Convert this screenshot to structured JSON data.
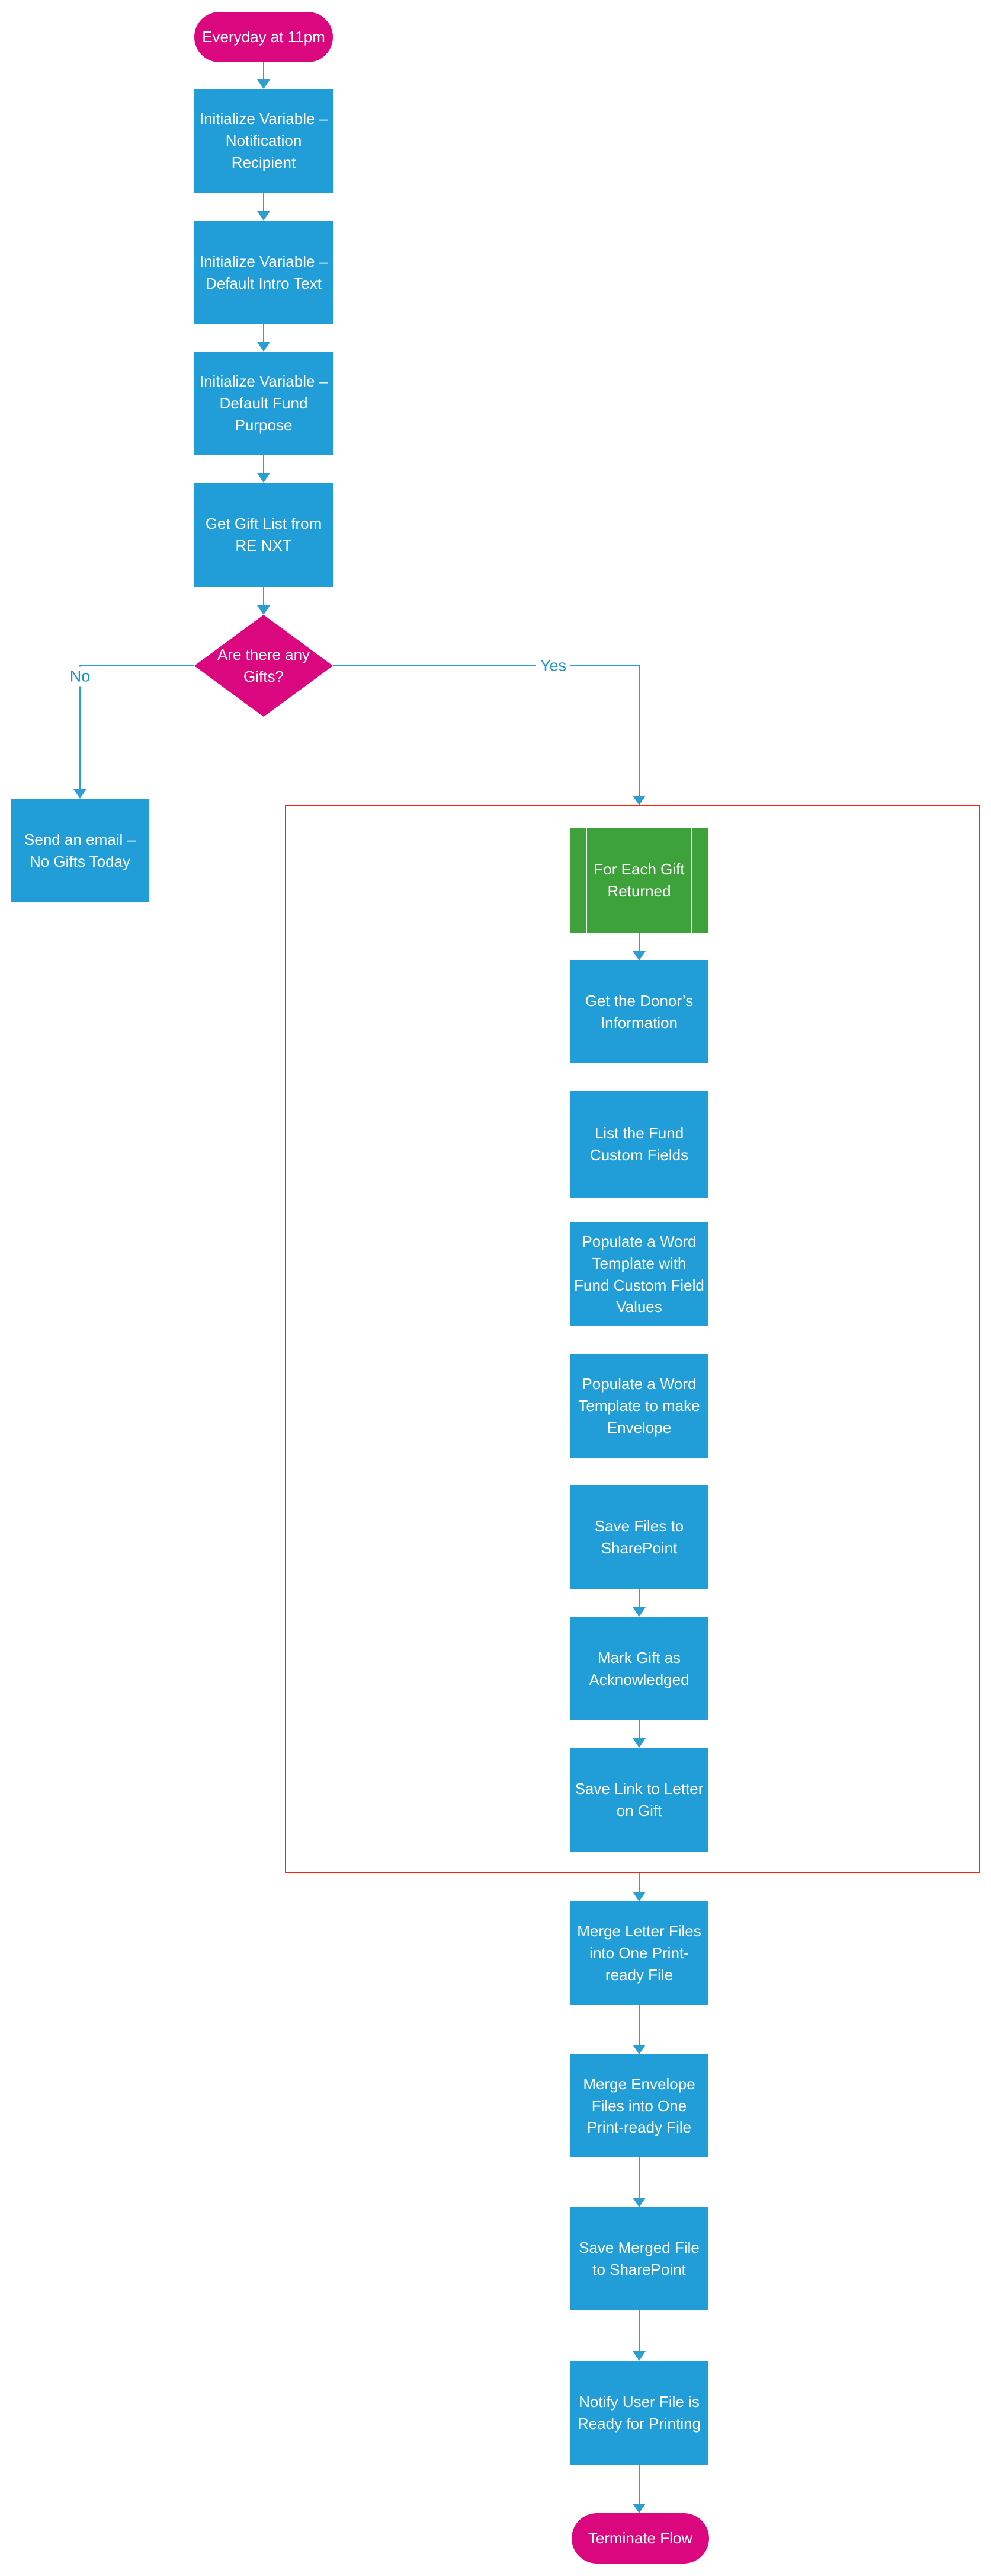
{
  "colors": {
    "process_blue": "#219DD8",
    "terminator_pink": "#DB077E",
    "loop_green": "#3EA23B",
    "loop_region_red": "#FF1D16",
    "connector_blue": "#2B9ED2",
    "edge_label_blue": "#1E93CC"
  },
  "nodes": {
    "trigger": "Everyday at 11pm",
    "init_notification_recipient": "Initialize Variable – Notification Recipient",
    "init_default_intro_text": "Initialize Variable – Default Intro Text",
    "init_default_fund_purpose": "Initialize Variable – Default Fund Purpose",
    "get_gift_list": "Get Gift List from RE NXT",
    "decision_any_gifts": "Are there any Gifts?",
    "send_email_no_gifts": "Send an email – No Gifts Today",
    "for_each_gift": "For Each Gift Returned",
    "get_donor_info": "Get the Donor’s Information",
    "list_fund_custom_fields": "List the Fund Custom Fields",
    "populate_word_template_fund": "Populate a Word Template with Fund Custom Field Values",
    "populate_word_template_envelope": "Populate a Word Template to make Envelope",
    "save_files_sharepoint": "Save Files to SharePoint",
    "mark_gift_acknowledged": "Mark Gift as Acknowledged",
    "save_link_letter": "Save Link to Letter on Gift",
    "merge_letter_files": "Merge Letter Files into One Print-ready File",
    "merge_envelope_files": "Merge Envelope Files  into One Print-ready File",
    "save_merged_file": "Save Merged File to SharePoint",
    "notify_user": "Notify User File is Ready for Printing",
    "terminate": "Terminate Flow"
  },
  "edge_labels": {
    "no": "No",
    "yes": "Yes"
  }
}
